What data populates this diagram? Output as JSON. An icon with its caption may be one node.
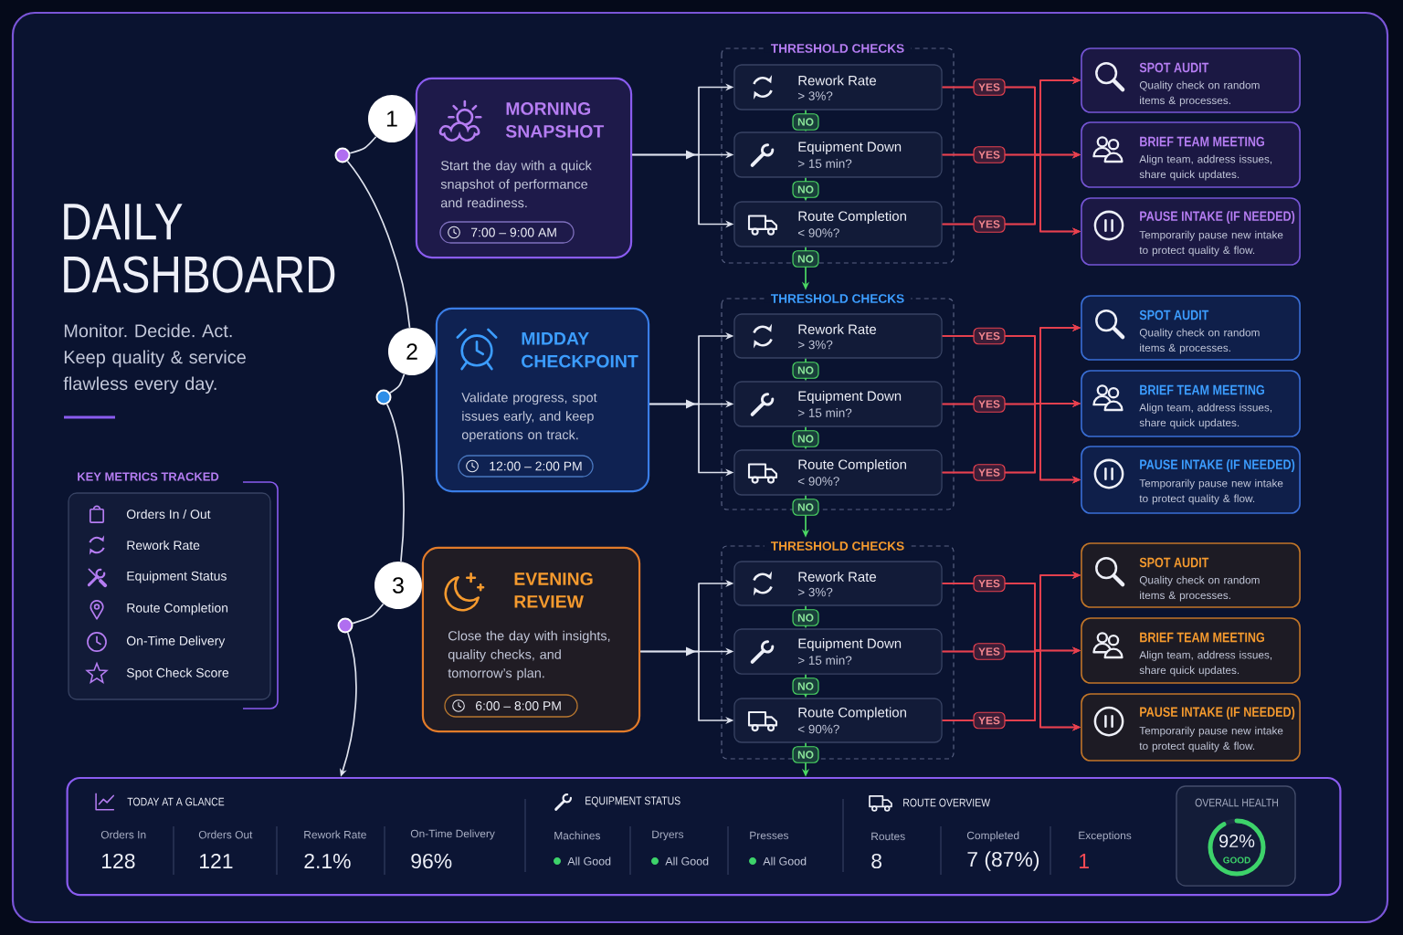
{
  "diagram": {
    "title": "DAILY DASHBOARD",
    "nodes": [
      {
        "text": [
          "KEY METRICS TRACKED",
          "Orders In / Out",
          "Rework Rate",
          "Equipment Status",
          "Route Completion",
          "On-Time Delivery",
          "Spot Check Score"
        ]
      },
      {
        "text": [
          "1"
        ]
      },
      {
        "text": [],
        "shape": "circle"
      },
      {
        "text": [
          "MORNING SNAPSHOT",
          "Start the day with a quick snapshot of performance and readiness."
        ]
      },
      {
        "text": [
          "7:00 – 9:00 AM"
        ],
        "in": 3
      },
      {
        "text": [
          "THRESHOLD CHECKS"
        ]
      },
      {
        "text": [
          "Rework Rate",
          "> 3%?"
        ],
        "in": 5
      },
      {
        "text": [
          "Equipment Down",
          "> 15 min?"
        ],
        "in": 5
      },
      {
        "text": [
          "Route Completion",
          "< 90%?"
        ],
        "in": 5
      },
      {
        "text": [
          "SPOT AUDIT",
          "Quality check on random items & processes."
        ]
      },
      {
        "text": [
          "BRIEF TEAM MEETING",
          "Align team, address issues, share quick updates."
        ]
      },
      {
        "text": [
          "PAUSE INTAKE (IF NEEDED)",
          "Temporarily pause new intake to protect quality & flow."
        ]
      },
      {
        "text": [
          "2"
        ]
      },
      {
        "text": [],
        "shape": "circle"
      },
      {
        "text": [
          "MIDDAY CHECKPOINT",
          "Validate progress, spot issues early, and keep operations on track."
        ]
      },
      {
        "text": [
          "12:00 – 2:00 PM"
        ],
        "in": 14
      },
      {
        "text": [
          "THRESHOLD CHECKS"
        ]
      },
      {
        "text": [
          "Rework Rate",
          "> 3%?"
        ],
        "in": 16
      },
      {
        "text": [
          "Equipment Down",
          "> 15 min?"
        ],
        "in": 16
      },
      {
        "text": [
          "Route Completion",
          "< 90%?"
        ],
        "in": 16
      },
      {
        "text": [
          "SPOT AUDIT",
          "Quality check on random items & processes."
        ]
      },
      {
        "text": [
          "BRIEF TEAM MEETING",
          "Align team, address issues, share quick updates."
        ]
      },
      {
        "text": [
          "PAUSE INTAKE (IF NEEDED)",
          "Temporarily pause new intake to protect quality & flow."
        ]
      },
      {
        "text": [
          "3"
        ]
      },
      {
        "text": [],
        "shape": "circle"
      },
      {
        "text": [
          "EVENING REVIEW",
          "Close the day with insights, quality checks, and tomorrow’s plan."
        ]
      },
      {
        "text": [
          "6:00 – 8:00 PM"
        ],
        "in": 25
      },
      {
        "text": [
          "THRESHOLD CHECKS"
        ]
      },
      {
        "text": [
          "Rework Rate",
          "> 3%?"
        ],
        "in": 27
      },
      {
        "text": [
          "Equipment Down",
          "> 15 min?"
        ],
        "in": 27
      },
      {
        "text": [
          "Route Completion",
          "< 90%?"
        ],
        "in": 27
      },
      {
        "text": [
          "SPOT AUDIT",
          "Quality check on random items & processes."
        ]
      },
      {
        "text": [
          "BRIEF TEAM MEETING",
          "Align team, address issues, share quick updates."
        ]
      },
      {
        "text": [
          "PAUSE INTAKE (IF NEEDED)",
          "Temporarily pause new intake to protect quality & flow."
        ]
      },
      {
        "text": [
          "TODAY AT A GLANCE",
          "Orders In",
          "128",
          "Orders Out",
          "121",
          "Rework Rate",
          "2.1%",
          "On-Time Delivery",
          "96%",
          "EQUIPMENT STATUS",
          "Machines",
          "All Good",
          "Dryers",
          "All Good",
          "Presses",
          "All Good",
          "ROUTE OVERVIEW",
          "Routes",
          "8",
          "Completed",
          "7 (87%)",
          "Exceptions",
          "1"
        ]
      },
      {
        "text": [
          "OVERALL HEALTH",
          "92%",
          "GOOD"
        ],
        "in": 34
      }
    ],
    "edges": [
      {
        "from": 1,
        "to": 2,
        "arrow": "none",
        "color": "#dfe3ee"
      },
      {
        "from": 2,
        "to": 12,
        "arrow": "none",
        "color": "#dfe3ee"
      },
      {
        "from": 12,
        "to": 13,
        "arrow": "none",
        "color": "#dfe3ee"
      },
      {
        "from": 13,
        "to": 23,
        "arrow": "none",
        "color": "#dfe3ee"
      },
      {
        "from": 23,
        "to": 24,
        "arrow": "none",
        "color": "#dfe3ee"
      },
      {
        "from": 24,
        "to": 34,
        "arrow": "to",
        "color": "#dfe3ee"
      },
      {
        "from": 3,
        "to": 6,
        "arrow": "to",
        "color": "#dfe3ee"
      },
      {
        "from": 3,
        "to": 7,
        "arrow": "to",
        "color": "#dfe3ee"
      },
      {
        "from": 3,
        "to": 8,
        "arrow": "to",
        "color": "#dfe3ee"
      },
      {
        "from": 6,
        "to": 7,
        "arrow": "to",
        "label": "NO",
        "color": "#4cd964"
      },
      {
        "from": 7,
        "to": 8,
        "arrow": "to",
        "label": "NO",
        "color": "#4cd964"
      },
      {
        "from": 8,
        "to": 16,
        "arrow": "to",
        "label": "NO",
        "color": "#4cd964"
      },
      {
        "from": 6,
        "to": 9,
        "arrow": "to",
        "label": "YES"
      },
      {
        "from": 6,
        "to": 10,
        "arrow": "to"
      },
      {
        "from": 6,
        "to": 11,
        "arrow": "to"
      },
      {
        "from": 7,
        "to": 9,
        "arrow": "to"
      },
      {
        "from": 7,
        "to": 10,
        "arrow": "to",
        "label": "YES"
      },
      {
        "from": 7,
        "to": 11,
        "arrow": "to"
      },
      {
        "from": 8,
        "to": 9,
        "arrow": "to"
      },
      {
        "from": 8,
        "to": 10,
        "arrow": "to"
      },
      {
        "from": 8,
        "to": 11,
        "arrow": "to",
        "label": "YES"
      },
      {
        "from": 14,
        "to": 17,
        "arrow": "to",
        "color": "#dfe3ee"
      },
      {
        "from": 14,
        "to": 18,
        "arrow": "to",
        "color": "#dfe3ee"
      },
      {
        "from": 14,
        "to": 19,
        "arrow": "to",
        "color": "#dfe3ee"
      },
      {
        "from": 17,
        "to": 18,
        "arrow": "to",
        "label": "NO",
        "color": "#4cd964"
      },
      {
        "from": 18,
        "to": 19,
        "arrow": "to",
        "label": "NO",
        "color": "#4cd964"
      },
      {
        "from": 19,
        "to": 27,
        "arrow": "to",
        "label": "NO",
        "color": "#4cd964"
      },
      {
        "from": 17,
        "to": 20,
        "arrow": "to",
        "label": "YES"
      },
      {
        "from": 17,
        "to": 21,
        "arrow": "to"
      },
      {
        "from": 17,
        "to": 22,
        "arrow": "to"
      },
      {
        "from": 18,
        "to": 20,
        "arrow": "to"
      },
      {
        "from": 18,
        "to": 21,
        "arrow": "to",
        "label": "YES"
      },
      {
        "from": 18,
        "to": 22,
        "arrow": "to"
      },
      {
        "from": 19,
        "to": 20,
        "arrow": "to"
      },
      {
        "from": 19,
        "to": 21,
        "arrow": "to"
      },
      {
        "from": 19,
        "to": 22,
        "arrow": "to",
        "label": "YES"
      },
      {
        "from": 25,
        "to": 28,
        "arrow": "to",
        "color": "#dfe3ee"
      },
      {
        "from": 25,
        "to": 29,
        "arrow": "to",
        "color": "#dfe3ee"
      },
      {
        "from": 25,
        "to": 30,
        "arrow": "to",
        "color": "#dfe3ee"
      },
      {
        "from": 28,
        "to": 29,
        "arrow": "to",
        "label": "NO",
        "color": "#4cd964"
      },
      {
        "from": 29,
        "to": 30,
        "arrow": "to",
        "label": "NO",
        "color": "#4cd964"
      },
      {
        "from": 30,
        "to": 34,
        "arrow": "to",
        "label": "NO",
        "color": "#4cd964"
      },
      {
        "from": 28,
        "to": 31,
        "arrow": "to",
        "label": "YES"
      },
      {
        "from": 28,
        "to": 32,
        "arrow": "to"
      },
      {
        "from": 28,
        "to": 33,
        "arrow": "to"
      },
      {
        "from": 29,
        "to": 31,
        "arrow": "to"
      },
      {
        "from": 29,
        "to": 32,
        "arrow": "to",
        "label": "YES"
      },
      {
        "from": 29,
        "to": 33,
        "arrow": "to"
      },
      {
        "from": 30,
        "to": 31,
        "arrow": "to"
      },
      {
        "from": 30,
        "to": 32,
        "arrow": "to"
      },
      {
        "from": 30,
        "to": 33,
        "arrow": "to",
        "label": "YES"
      }
    ],
    "labels": [
      "Monitor. Decide. Act. Keep quality & service flawless every day."
    ]
  }
}
